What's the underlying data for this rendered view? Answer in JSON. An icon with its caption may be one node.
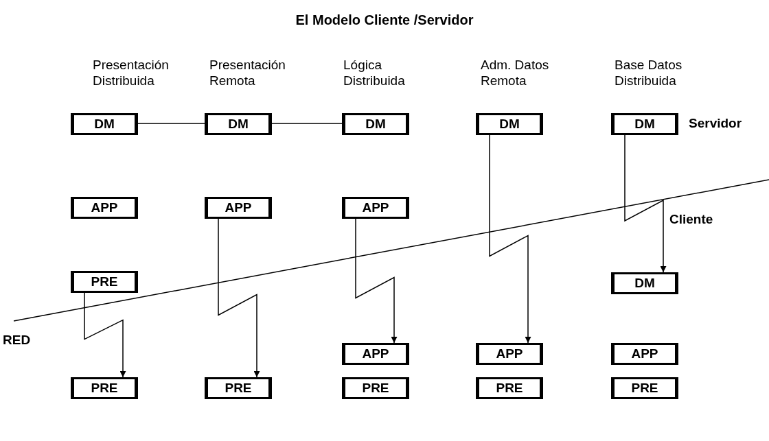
{
  "diagram": {
    "title": "El Modelo Cliente /Servidor",
    "nodes": [
      {
        "text": [
          "DM"
        ]
      },
      {
        "text": [
          "APP"
        ]
      },
      {
        "text": [
          "PRE"
        ]
      },
      {
        "text": [
          "PRE"
        ]
      },
      {
        "text": [
          "DM"
        ]
      },
      {
        "text": [
          "APP"
        ]
      },
      {
        "text": [
          "PRE"
        ]
      },
      {
        "text": [
          "DM"
        ]
      },
      {
        "text": [
          "APP"
        ]
      },
      {
        "text": [
          "APP"
        ]
      },
      {
        "text": [
          "PRE"
        ]
      },
      {
        "text": [
          "DM"
        ]
      },
      {
        "text": [
          "APP"
        ]
      },
      {
        "text": [
          "PRE"
        ]
      },
      {
        "text": [
          "DM"
        ]
      },
      {
        "text": [
          "DM"
        ]
      },
      {
        "text": [
          "APP"
        ]
      },
      {
        "text": [
          "PRE"
        ]
      }
    ],
    "edges": [
      {
        "from": 0,
        "to": 4,
        "arrow": "none"
      },
      {
        "from": 4,
        "to": 7,
        "arrow": "none"
      },
      {
        "from": 2,
        "to": 3,
        "arrow": "to"
      },
      {
        "from": 5,
        "to": 6,
        "arrow": "to"
      },
      {
        "from": 8,
        "to": 9,
        "arrow": "to"
      },
      {
        "from": 11,
        "to": 12,
        "arrow": "to"
      },
      {
        "from": 14,
        "to": 15,
        "arrow": "to"
      }
    ],
    "labels": [
      "Presentación Distribuida",
      "Presentación Remota",
      "Lógica Distribuida",
      "Adm. Datos Remota",
      "Base Datos Distribuida",
      "Servidor",
      "Cliente",
      "RED"
    ]
  }
}
